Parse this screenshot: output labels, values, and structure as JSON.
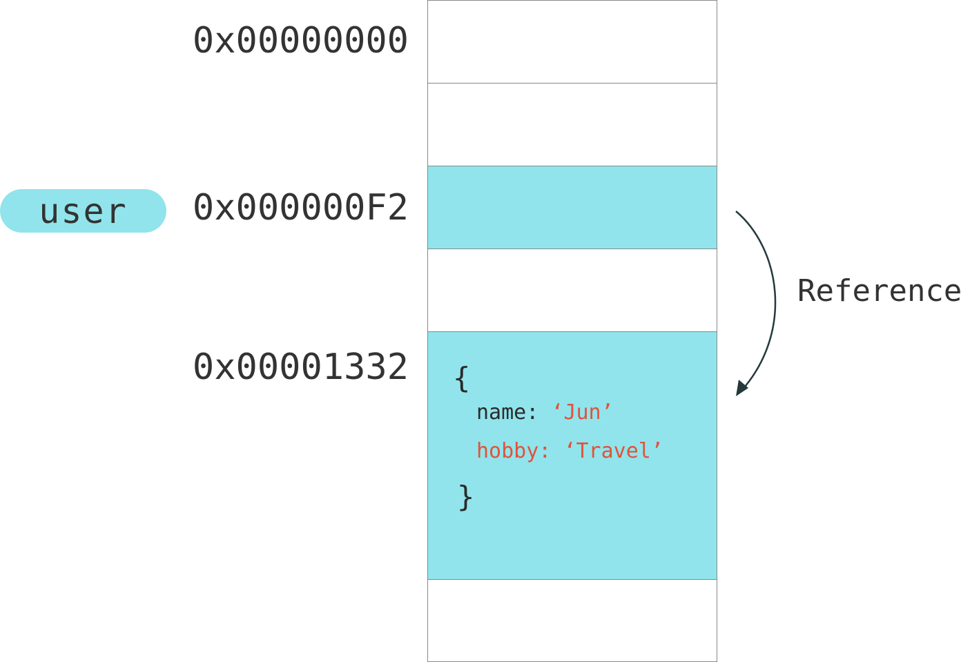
{
  "addresses": {
    "a0": "0x00000000",
    "a1": "0x000000F2",
    "a2": "0x00001332"
  },
  "variable": {
    "label": "user"
  },
  "object": {
    "open_brace": "{",
    "name_key": "name:",
    "name_value": "‘Jun’",
    "hobby_key": "hobby:",
    "hobby_value": "‘Travel’",
    "close_brace": "}"
  },
  "reference": {
    "label": "Reference"
  },
  "colors": {
    "highlight": "#91e4eb",
    "string": "#e0533c",
    "text": "#333333",
    "arrow": "#24393b"
  }
}
